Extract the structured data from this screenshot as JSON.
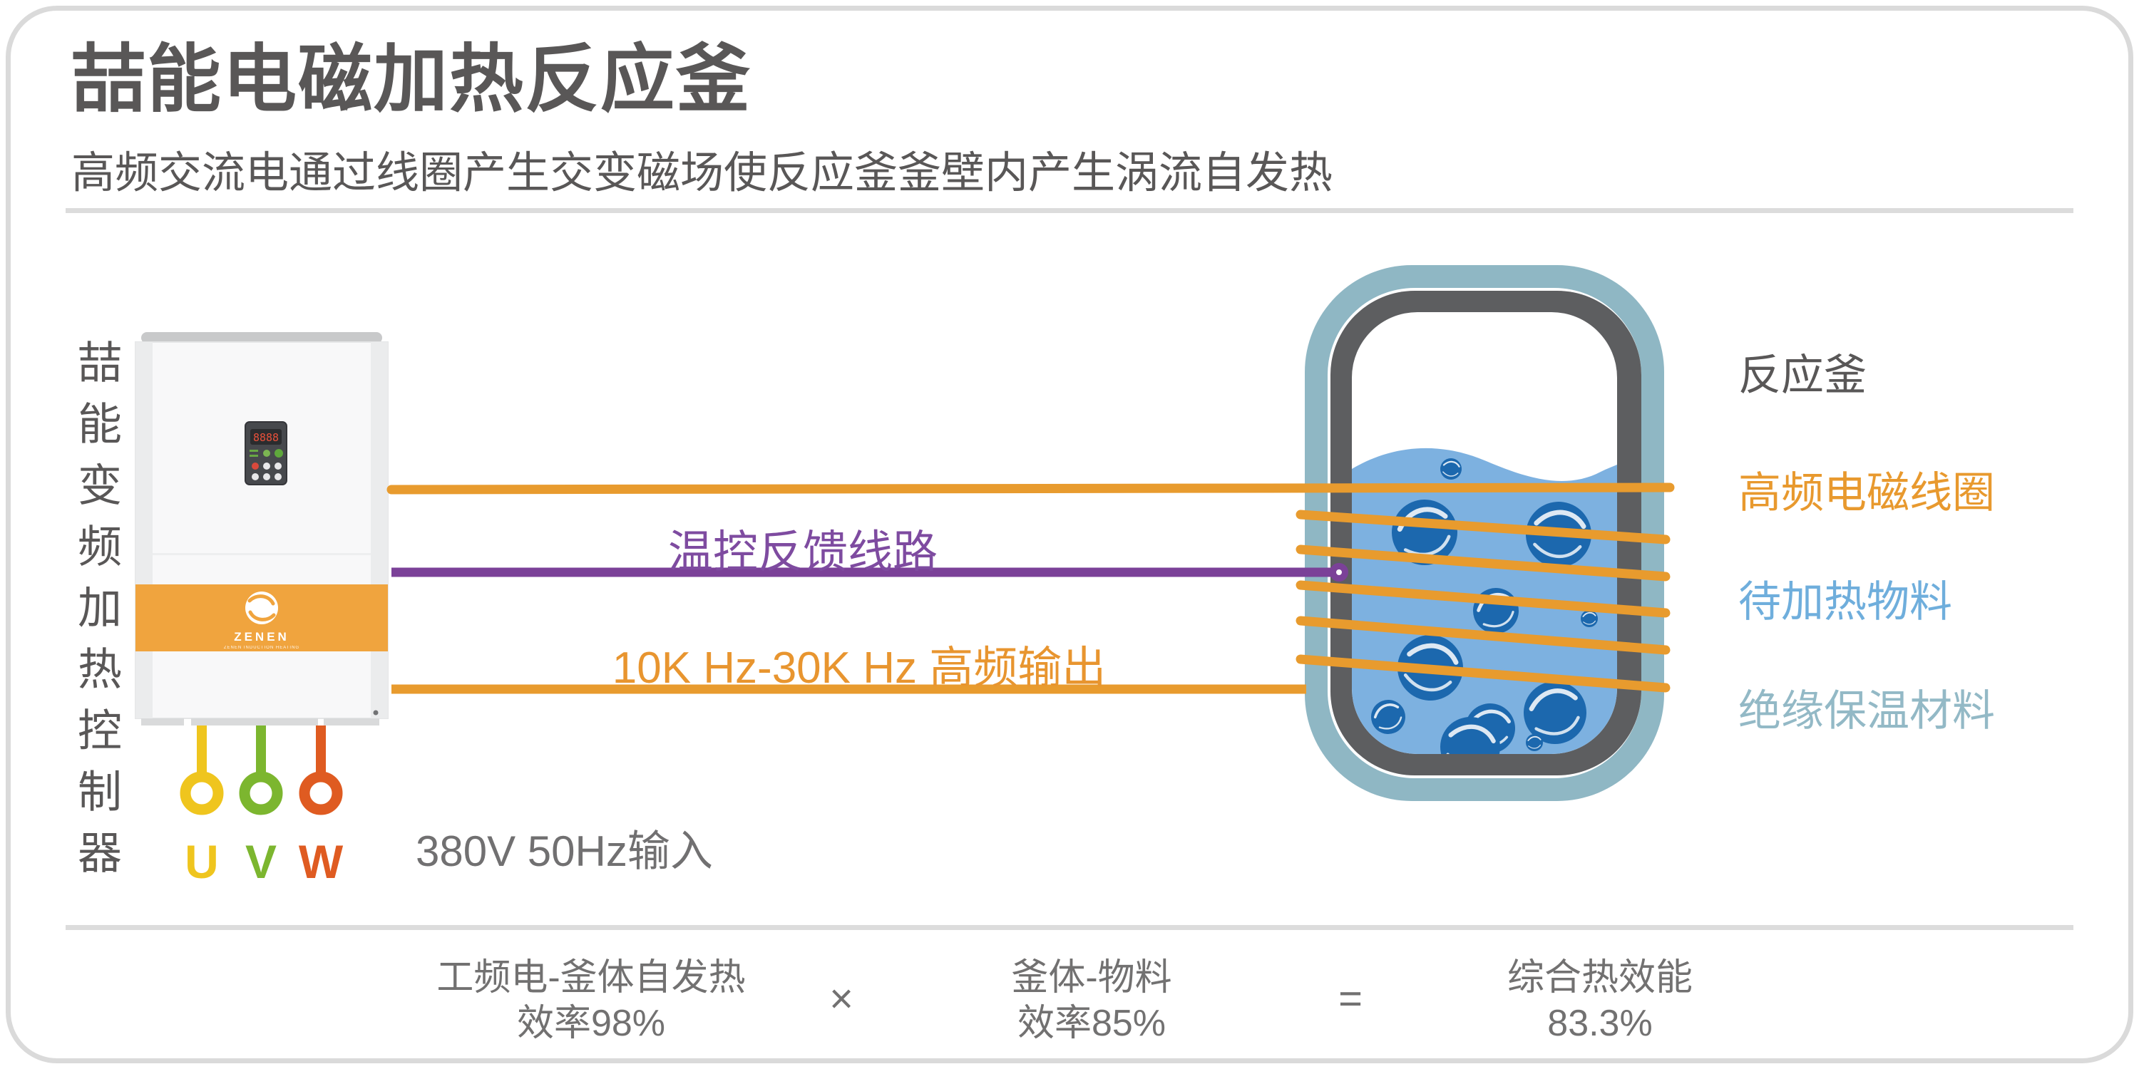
{
  "header": {
    "title": "喆能电磁加热反应釜",
    "subtitle": "高频交流电通过线圈产生交变磁场使反应釜釜壁内产生涡流自发热"
  },
  "controller": {
    "vertical_label": "喆能变频加热控制器",
    "display_value": "8888",
    "brand": "ZENEN",
    "brand_tagline": "ZENEN INDUCTION HEATING",
    "input_label": "380V 50Hz输入",
    "terminals": [
      {
        "label": "U",
        "color": "#EFC51E"
      },
      {
        "label": "V",
        "color": "#7CB62F"
      },
      {
        "label": "W",
        "color": "#DF5B21"
      }
    ]
  },
  "connections": {
    "feedback_label": "温控反馈线路",
    "output_label": "10K Hz-30K Hz 高频输出"
  },
  "reactor": {
    "title": "反应釜",
    "coil_label": "高频电磁线圈",
    "material_label": "待加热物料",
    "insulation_label": "绝缘保温材料"
  },
  "formula": {
    "factor1_line1": "工频电-釜体自发热",
    "factor1_line2": "效率98%",
    "multiply_sign": "×",
    "factor2_line1": "釜体-物料",
    "factor2_line2": "效率85%",
    "equals_sign": "=",
    "result_line1": "综合热效能",
    "result_line2": "83.3%"
  },
  "colors": {
    "accent_orange": "#E89B2E",
    "accent_purple": "#7B4198",
    "liquid_blue": "#7DB1E0",
    "bubble_blue": "#1C68AE",
    "insulation_blue": "#8FB7C4",
    "vessel_wall_gray": "#5D5E60",
    "band_orange": "#F0A43E",
    "text_gray": "#595757"
  }
}
